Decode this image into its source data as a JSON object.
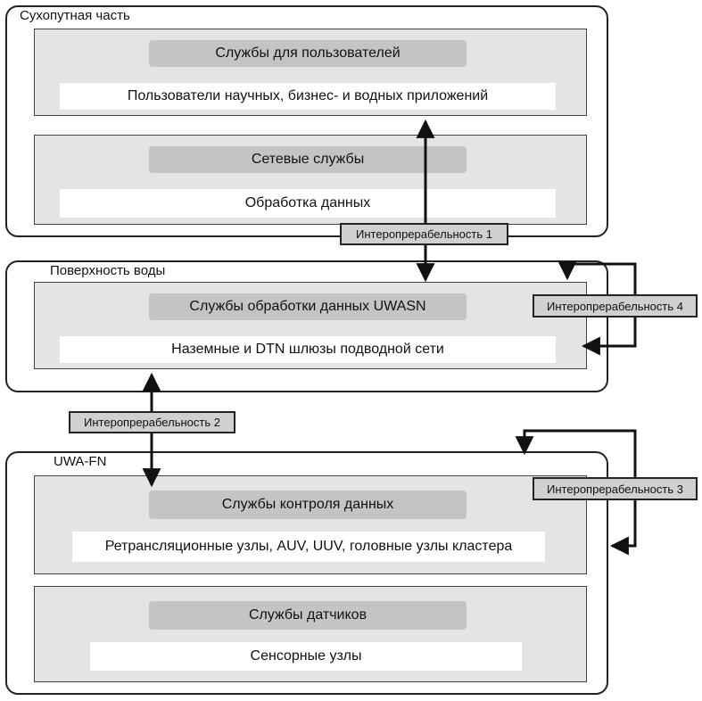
{
  "land": {
    "title": "Сухопутная часть",
    "user_block": {
      "service": "Службы для пользователей",
      "detail": "Пользователи научных, бизнес- и водных приложений"
    },
    "network_block": {
      "service": "Сетевые службы",
      "detail": "Обработка данных"
    }
  },
  "surface": {
    "title": "Поверхность воды",
    "block": {
      "service": "Службы обработки данных UWASN",
      "detail": "Наземные и DTN шлюзы подводной сети"
    }
  },
  "uwafn": {
    "title": "UWA-FN",
    "control_block": {
      "service": "Службы контроля данных",
      "detail": "Ретрансляционные узлы, AUV, UUV, головные узлы кластера"
    },
    "sensor_block": {
      "service": "Службы датчиков",
      "detail": "Сенсорные узлы"
    }
  },
  "interop": {
    "i1": "Интеропрерабельность 1",
    "i2": "Интеропрерабельность 2",
    "i3": "Интеропрерабельность 3",
    "i4": "Интеропрерабельность 4"
  }
}
